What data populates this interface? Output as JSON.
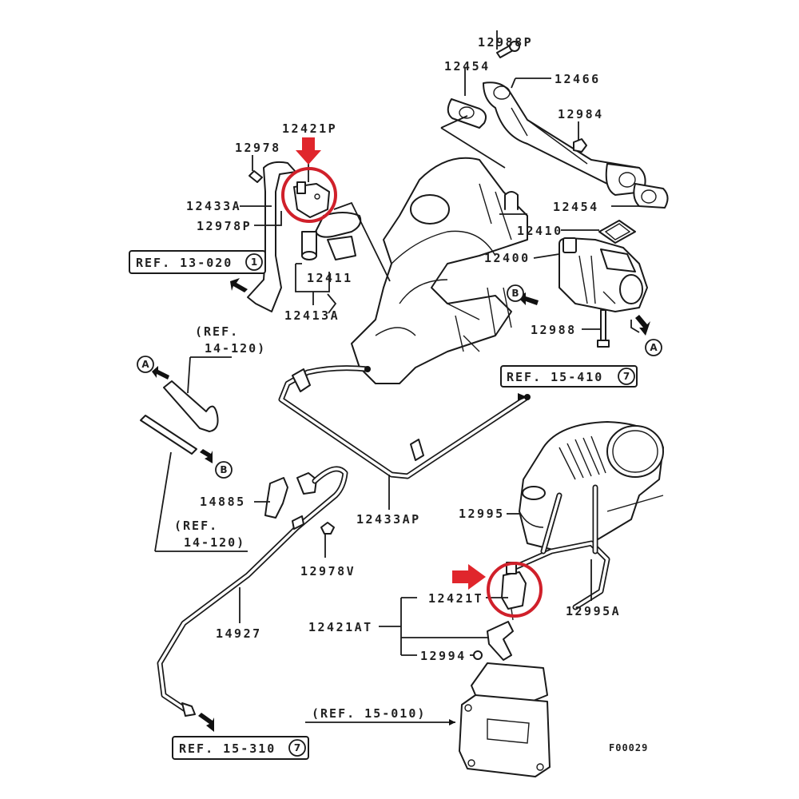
{
  "diagram": {
    "figure_id": "F00029",
    "accent_color": "#e0262c",
    "highlighted_parts": [
      "12421P",
      "12421T"
    ],
    "part_labels": {
      "p12988P": "12988P",
      "p12454a": "12454",
      "p12466": "12466",
      "p12984": "12984",
      "p12454b": "12454",
      "p12410": "12410",
      "p12400": "12400",
      "p12988": "12988",
      "p12421P": "12421P",
      "p12978": "12978",
      "p12433A": "12433A",
      "p12978P": "12978P",
      "p12411": "12411",
      "p12413A": "12413A",
      "p14885": "14885",
      "p12978V": "12978V",
      "p12433AP": "12433AP",
      "p12995": "12995",
      "p12995A": "12995A",
      "p12421T": "12421T",
      "p12421AT": "12421AT",
      "p12994": "12994",
      "p14927": "14927"
    },
    "ref_boxes": {
      "ref13020": {
        "text": "REF. 13-020",
        "badge": "1"
      },
      "ref15410": {
        "text": "REF. 15-410",
        "badge": "7"
      },
      "ref15310": {
        "text": "REF. 15-310",
        "badge": "7"
      }
    },
    "ref_notes": {
      "ref14120a_l1": "(REF.",
      "ref14120a_l2": "14-120)",
      "ref14120b_l1": "(REF.",
      "ref14120b_l2": "14-120)",
      "ref15010": "(REF. 15-010)"
    },
    "connectors": {
      "A": "A",
      "B": "B"
    }
  }
}
